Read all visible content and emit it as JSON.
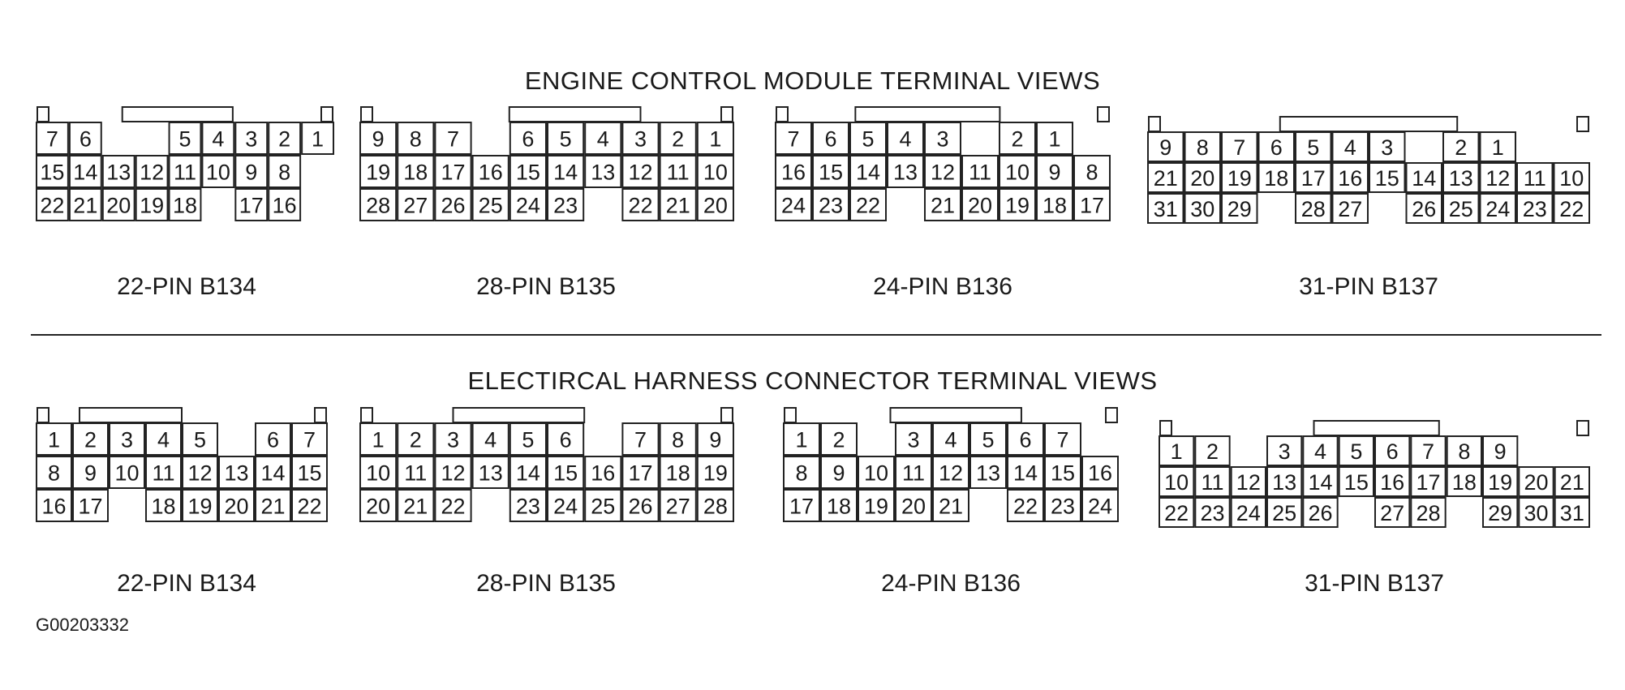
{
  "titles": {
    "top": "ENGINE CONTROL MODULE TERMINAL VIEWS",
    "bottom": "ELECTIRCAL HARNESS CONNECTOR TERMINAL VIEWS"
  },
  "figure_id": "G00203332",
  "ecm": [
    {
      "label": "22-PIN B134",
      "rows": [
        [
          "7",
          "6",
          "",
          "",
          "5",
          "4",
          "3",
          "2",
          "1"
        ],
        [
          "15",
          "14",
          "13",
          "12",
          "11",
          "10",
          "9",
          "8"
        ],
        [
          "22",
          "21",
          "20",
          "19",
          "18",
          "",
          "17",
          "16"
        ]
      ]
    },
    {
      "label": "28-PIN B135",
      "rows": [
        [
          "9",
          "8",
          "7",
          "",
          "6",
          "5",
          "4",
          "3",
          "2",
          "1"
        ],
        [
          "19",
          "18",
          "17",
          "16",
          "15",
          "14",
          "13",
          "12",
          "11",
          "10"
        ],
        [
          "28",
          "27",
          "26",
          "25",
          "24",
          "23",
          "",
          "22",
          "21",
          "20"
        ]
      ]
    },
    {
      "label": "24-PIN B136",
      "rows": [
        [
          "7",
          "6",
          "5",
          "4",
          "3",
          "",
          "2",
          "1"
        ],
        [
          "16",
          "15",
          "14",
          "13",
          "12",
          "11",
          "10",
          "9",
          "8"
        ],
        [
          "24",
          "23",
          "22",
          "",
          "21",
          "20",
          "19",
          "18",
          "17"
        ]
      ]
    },
    {
      "label": "31-PIN B137",
      "rows": [
        [
          "9",
          "8",
          "7",
          "6",
          "5",
          "4",
          "3",
          "",
          "2",
          "1"
        ],
        [
          "21",
          "20",
          "19",
          "18",
          "17",
          "16",
          "15",
          "14",
          "13",
          "12",
          "11",
          "10"
        ],
        [
          "31",
          "30",
          "29",
          "",
          "28",
          "27",
          "",
          "26",
          "25",
          "24",
          "23",
          "22"
        ]
      ]
    }
  ],
  "harness": [
    {
      "label": "22-PIN B134",
      "rows": [
        [
          "1",
          "2",
          "3",
          "4",
          "5",
          "",
          "6",
          "7"
        ],
        [
          "8",
          "9",
          "10",
          "11",
          "12",
          "13",
          "14",
          "15"
        ],
        [
          "16",
          "17",
          "",
          "18",
          "19",
          "20",
          "21",
          "22"
        ]
      ]
    },
    {
      "label": "28-PIN B135",
      "rows": [
        [
          "1",
          "2",
          "3",
          "4",
          "5",
          "6",
          "",
          "7",
          "8",
          "9"
        ],
        [
          "10",
          "11",
          "12",
          "13",
          "14",
          "15",
          "16",
          "17",
          "18",
          "19"
        ],
        [
          "20",
          "21",
          "22",
          "",
          "23",
          "24",
          "25",
          "26",
          "27",
          "28"
        ]
      ]
    },
    {
      "label": "24-PIN B136",
      "rows": [
        [
          "1",
          "2",
          "",
          "3",
          "4",
          "5",
          "6",
          "7"
        ],
        [
          "8",
          "9",
          "10",
          "11",
          "12",
          "13",
          "14",
          "15",
          "16"
        ],
        [
          "17",
          "18",
          "19",
          "20",
          "21",
          "",
          "22",
          "23",
          "24"
        ]
      ]
    },
    {
      "label": "31-PIN B137",
      "rows": [
        [
          "1",
          "2",
          "",
          "3",
          "4",
          "5",
          "6",
          "7",
          "8",
          "9"
        ],
        [
          "10",
          "11",
          "12",
          "13",
          "14",
          "15",
          "16",
          "17",
          "18",
          "19",
          "20",
          "21"
        ],
        [
          "22",
          "23",
          "24",
          "25",
          "26",
          "",
          "27",
          "28",
          "",
          "29",
          "30",
          "31"
        ]
      ]
    }
  ]
}
